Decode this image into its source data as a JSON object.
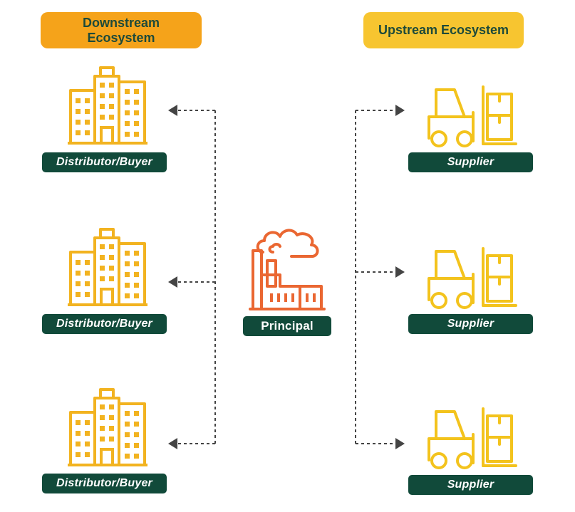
{
  "headers": {
    "downstream": "Downstream Ecosystem",
    "upstream": "Upstream Ecosystem"
  },
  "nodes": {
    "principal": {
      "label": "Principal",
      "icon": "factory-icon"
    },
    "downstream": [
      {
        "label": "Distributor/Buyer",
        "icon": "office-building-icon"
      },
      {
        "label": "Distributor/Buyer",
        "icon": "office-building-icon"
      },
      {
        "label": "Distributor/Buyer",
        "icon": "office-building-icon"
      }
    ],
    "upstream": [
      {
        "label": "Supplier",
        "icon": "forklift-icon"
      },
      {
        "label": "Supplier",
        "icon": "forklift-icon"
      },
      {
        "label": "Supplier",
        "icon": "forklift-icon"
      }
    ]
  },
  "colors": {
    "downstream_header": "#f5a31a",
    "upstream_header": "#f7c530",
    "label_bg": "#114a3a",
    "building": "#f2b320",
    "forklift": "#f3c31d",
    "factory": "#ea6732",
    "connector": "#444444"
  }
}
